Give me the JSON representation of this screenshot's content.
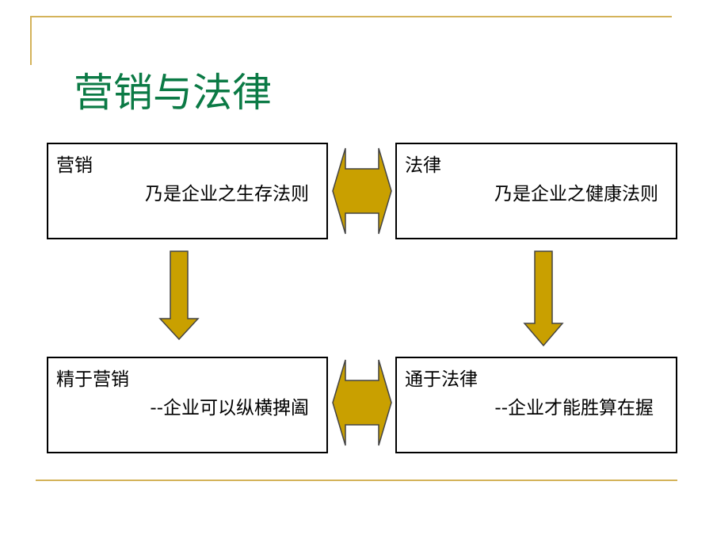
{
  "title": "营销与法律",
  "colors": {
    "title": "#0b7a45",
    "arrow_fill": "#c9a000",
    "arrow_stroke": "#444444",
    "frame_line": "#d4b35a"
  },
  "boxes": {
    "marketing": {
      "title": "营销",
      "body": "乃是企业之生存法则"
    },
    "law": {
      "title": "法律",
      "body": "乃是企业之健康法则"
    },
    "master_marketing": {
      "title": "精于营销",
      "body": "--企业可以纵横捭阖"
    },
    "master_law": {
      "title": "通于法律",
      "body": "--企业才能胜算在握"
    }
  },
  "arrows": [
    {
      "name": "top-double-arrow",
      "connects": [
        "marketing",
        "law"
      ],
      "style": "double"
    },
    {
      "name": "left-down-arrow",
      "connects": [
        "marketing",
        "master_marketing"
      ],
      "style": "single"
    },
    {
      "name": "right-down-arrow",
      "connects": [
        "law",
        "master_law"
      ],
      "style": "single"
    },
    {
      "name": "bottom-double-arrow",
      "connects": [
        "master_marketing",
        "master_law"
      ],
      "style": "double"
    }
  ]
}
